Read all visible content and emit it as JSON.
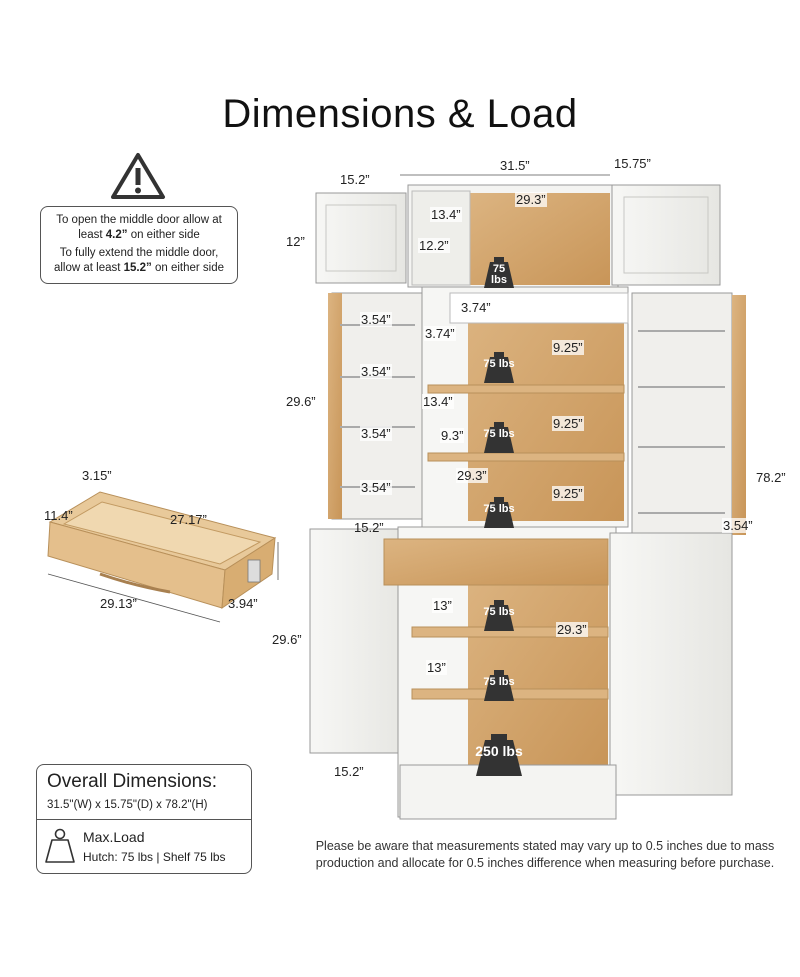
{
  "title": "Dimensions & Load",
  "notice": {
    "icon": "warning-icon",
    "line1_pre": "To open the middle door allow at least ",
    "line1_value": "4.2”",
    "line1_post": " on either side",
    "line2_pre": "To fully extend the middle door, allow at least ",
    "line2_value": "15.2”",
    "line2_post": " on either side"
  },
  "drawer": {
    "height": "3.15”",
    "inner_depth": "11.4”",
    "inner_length": "27.17”",
    "outer_length": "29.13”",
    "outer_depth": "3.94”"
  },
  "hutch": {
    "door_width_left": "15.2”",
    "width": "31.5”",
    "depth": "15.75”",
    "height": "12”",
    "inner_width": "29.3”",
    "inner_depth": "13.4”",
    "inner_height": "12.2”",
    "load": "75\nlbs"
  },
  "middle": {
    "height": "29.6”",
    "cubby": "3.74”",
    "cubby_2": "3.74”",
    "door_shelf_1": "3.54”",
    "door_shelf_2": "3.54”",
    "door_shelf_3": "3.54”",
    "door_shelf_4": "3.54”",
    "door_shelf_right": "3.54”",
    "shelf_gap_1": "9.25”",
    "shelf_gap_2": "9.25”",
    "shelf_gap_3": "9.25”",
    "shelf_depth": "13.4”",
    "shelf_small": "9.3”",
    "shelf_width": "29.3”",
    "door_width": "15.2”",
    "load_1": "75 lbs",
    "load_2": "75 lbs",
    "load_3": "75 lbs"
  },
  "base": {
    "height": "29.6”",
    "shelf_depth": "13”",
    "shelf_depth_2": "13”",
    "shelf_width": "29.3”",
    "door_width": "15.2”",
    "load_1": "75 lbs",
    "load_2": "75 lbs",
    "load_bottom": "250 lbs"
  },
  "total_height": "78.2”",
  "overall": {
    "heading": "Overall Dimensions:",
    "dims": "31.5\"(W) x 15.75\"(D) x 78.2\"(H)",
    "max_load_label": "Max.Load",
    "max_load_value": "Hutch: 75 lbs | Shelf 75 lbs",
    "icon": "weight-icon"
  },
  "disclaimer": "Please be aware that measurements stated may vary up to 0.5 inches due to mass production and allocate for 0.5 inches difference when measuring before purchase."
}
